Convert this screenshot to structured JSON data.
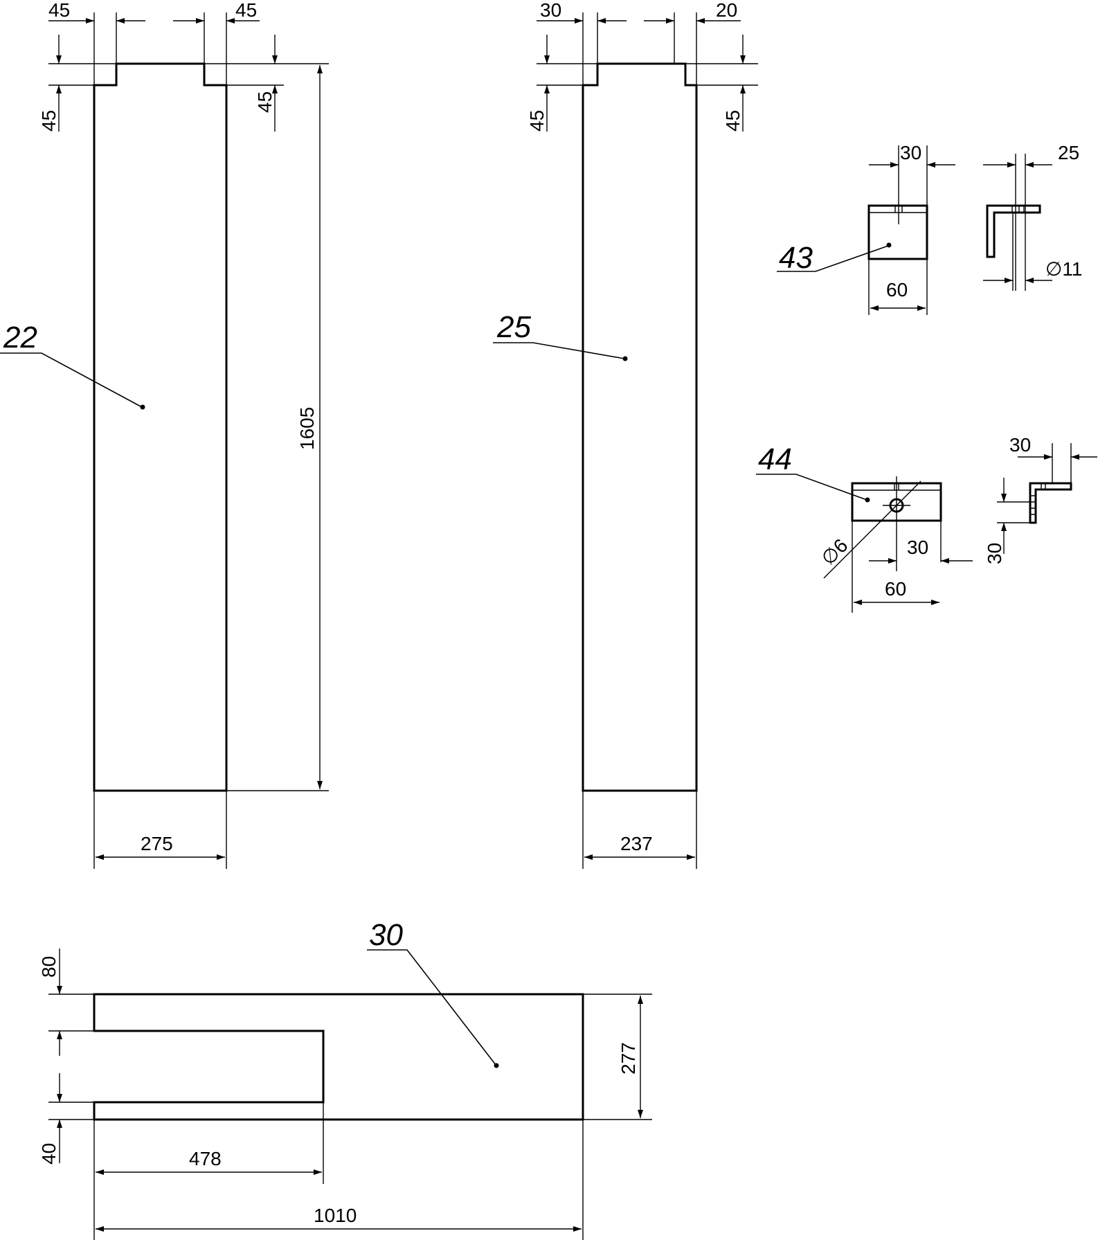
{
  "parts": {
    "p22": {
      "label": "22",
      "slot_left_width": "45",
      "slot_right_width": "45",
      "slot_left_depth": "45",
      "slot_right_depth": "45",
      "height": "1605",
      "width": "275"
    },
    "p25": {
      "label": "25",
      "slot_left_width": "30",
      "slot_right_width": "20",
      "slot_left_depth": "45",
      "slot_right_depth": "45",
      "width": "237"
    },
    "p43": {
      "label": "43",
      "hole_pos": "30",
      "width": "60",
      "side_offset": "25",
      "hole_diameter": "∅11"
    },
    "p44": {
      "label": "44",
      "hole_diameter": "∅6",
      "hole_pos": "30",
      "width": "60",
      "side_width": "30",
      "side_height": "30"
    },
    "p30": {
      "label": "30",
      "notch_top": "80",
      "notch_bottom": "40",
      "height": "277",
      "notch_length": "478",
      "length": "1010"
    }
  }
}
